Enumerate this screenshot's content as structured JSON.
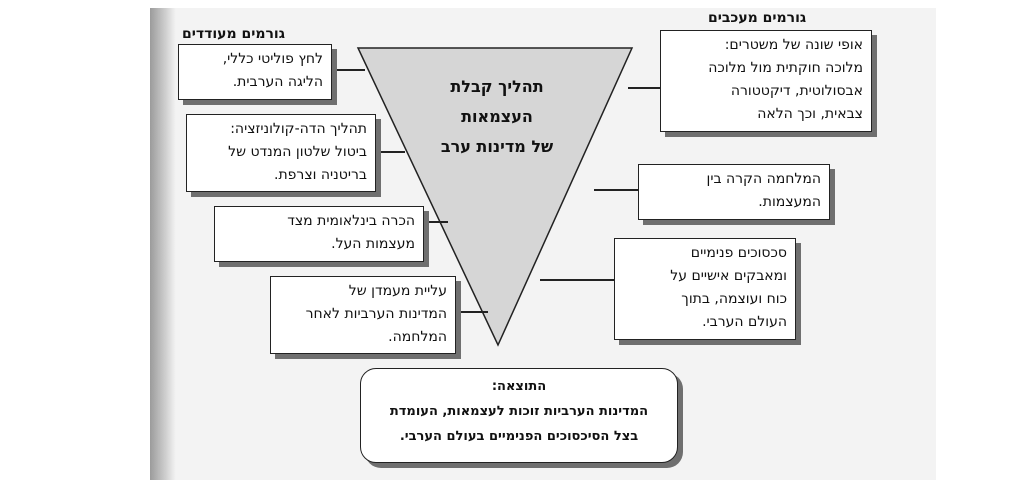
{
  "headings": {
    "promoting": "גורמים מעודדים",
    "delaying": "גורמים מעכבים"
  },
  "center": {
    "lines": [
      "תהליך קבלת",
      "העצמאות",
      "של מדינות ערב"
    ]
  },
  "promoting_factors": [
    {
      "lines": [
        "לחץ פוליטי כללי,",
        "הליגה הערבית."
      ]
    },
    {
      "lines": [
        "תהליך הדה-קולוניזציה:",
        "ביטול שלטון המנדט של",
        "בריטניה וצרפת."
      ]
    },
    {
      "lines": [
        "הכרה בינלאומית מצד",
        "מעצמות העל."
      ]
    },
    {
      "lines": [
        "עליית מעמדן של",
        "המדינות הערביות לאחר",
        "המלחמה."
      ]
    }
  ],
  "delaying_factors": [
    {
      "lines": [
        "אופי שונה של משטרים:",
        "מלוכה חוקתית מול מלוכה",
        "אבסולוטית, דיקטטורה",
        "צבאית, וכך הלאה"
      ]
    },
    {
      "lines": [
        "המלחמה הקרה בין",
        "המעצמות."
      ]
    },
    {
      "lines": [
        "סכסוכים פנימיים",
        "ומאבקים אישיים על",
        "כוח ועוצמה, בתוך",
        "העולם הערבי."
      ]
    }
  ],
  "result": {
    "title": "התוצאה:",
    "lines": [
      "המדינות הערביות זוכות לעצמאות, העומדת",
      "בצל הסיכסוכים הפנימיים בעולם הערבי."
    ]
  },
  "colors": {
    "triangle_fill": "#d6d6d6",
    "shadow": "#6f6f6f",
    "line": "#222222"
  }
}
